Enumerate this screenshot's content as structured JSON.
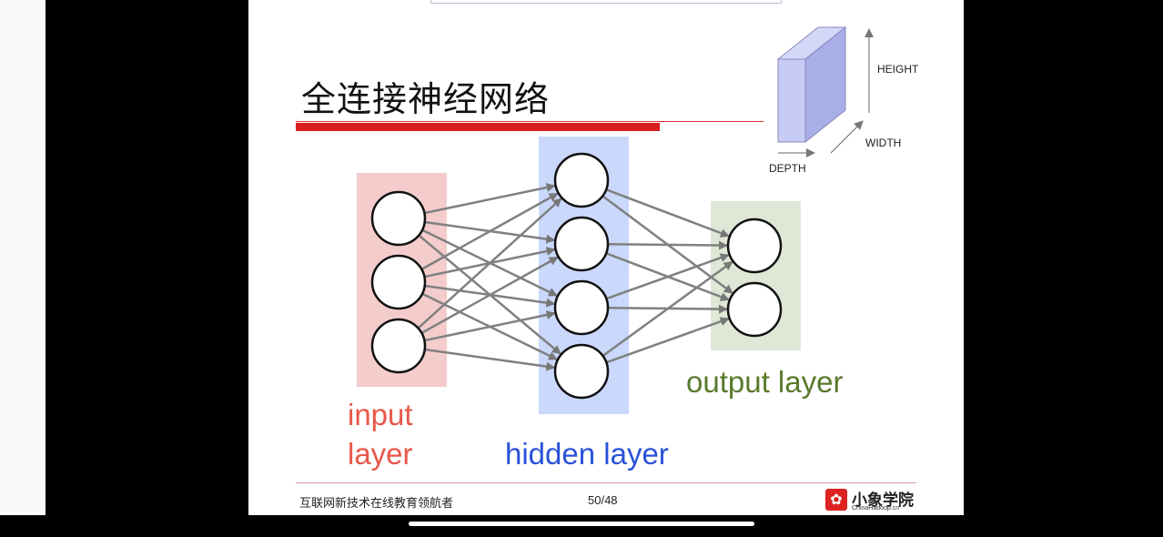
{
  "slide": {
    "title": "全连接神经网络",
    "dimensions": {
      "height": "HEIGHT",
      "width": "WIDTH",
      "depth": "DEPTH"
    },
    "layers": {
      "input": {
        "label_line1": "input",
        "label_line2": "layer",
        "neurons": 3,
        "color": "#e8584a",
        "band": "#f4cccc"
      },
      "hidden": {
        "label": "hidden layer",
        "neurons": 4,
        "color": "#2a52d9",
        "band": "#c9d8fb"
      },
      "output": {
        "label": "output layer",
        "neurons": 2,
        "color": "#5a7a2c",
        "band": "#dfe8d6"
      }
    },
    "footer": {
      "text": "互联网新技术在线教育领航者",
      "page": "50/48"
    },
    "logo": {
      "cn": "小象学院",
      "en": "ChinaHadoop.cn"
    }
  }
}
